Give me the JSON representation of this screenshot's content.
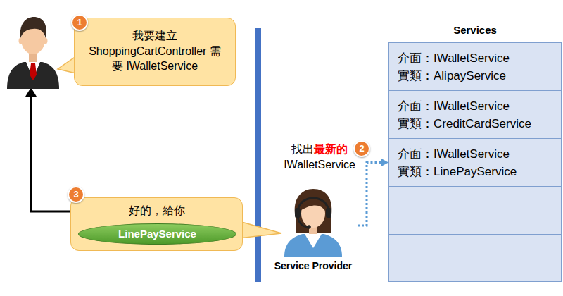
{
  "diagram": {
    "nodes": [
      {
        "text": [
          "我要建立 ShoppingCartController 需要 IWalletService"
        ]
      },
      {
        "text": [
          "Services"
        ]
      },
      {
        "text": [
          "介面：IWalletService",
          "實類：AlipayService"
        ],
        "in": 1
      },
      {
        "text": [
          "介面：IWalletService",
          "實類：CreditCardService"
        ],
        "in": 1
      },
      {
        "text": [
          "介面：IWalletService",
          "實類：LinePayService"
        ],
        "in": 1
      },
      {
        "text": [
          "好的，給你"
        ]
      },
      {
        "text": [
          "LinePayService"
        ],
        "in": 5
      },
      {
        "text": [
          "Service Provider"
        ]
      }
    ],
    "edges": [
      {
        "from": 7,
        "to": 4,
        "arrow": "to"
      }
    ],
    "labels": [
      "1",
      "找出",
      "最新的",
      "IWalletService",
      "2",
      "3"
    ]
  }
}
